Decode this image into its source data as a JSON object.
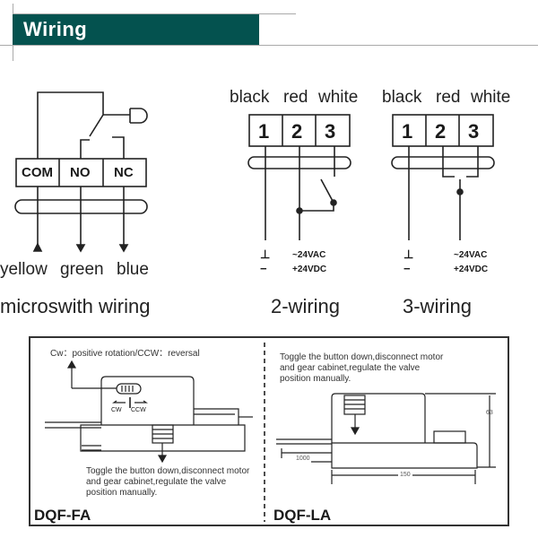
{
  "header": {
    "title": "Wiring"
  },
  "microswitch": {
    "terminals": [
      "COM",
      "NO",
      "NC"
    ],
    "wire_colors": [
      "yellow",
      "green",
      "blue"
    ],
    "caption": "microswith wiring"
  },
  "two_wiring": {
    "wire_colors": [
      "black",
      "red",
      "white"
    ],
    "terminals": [
      "1",
      "2",
      "3"
    ],
    "supply": {
      "ground_ac": "⊥",
      "ground_dc": "−",
      "ac": "~24VAC",
      "dc": "+24VDC"
    },
    "caption": "2-wiring"
  },
  "three_wiring": {
    "wire_colors": [
      "black",
      "red",
      "white"
    ],
    "terminals": [
      "1",
      "2",
      "3"
    ],
    "supply": {
      "ground_ac": "⊥",
      "ground_dc": "−",
      "ac": "~24VAC",
      "dc": "+24VDC"
    },
    "caption": "3-wiring"
  },
  "models": {
    "fa": {
      "name": "DQF-FA",
      "rotation_note": "Cw：positive rotation/CCW：reversal",
      "cw": "CW",
      "ccw": "CCW",
      "manual_note": "Toggle the button down,disconnect motor and gear cabinet,regulate the valve position manually."
    },
    "la": {
      "name": "DQF-LA",
      "manual_note": "Toggle the button down,disconnect motor and gear cabinet,regulate the valve position manually.",
      "dimensions": {
        "height": "63",
        "cable": "1000",
        "length": "150"
      }
    }
  }
}
